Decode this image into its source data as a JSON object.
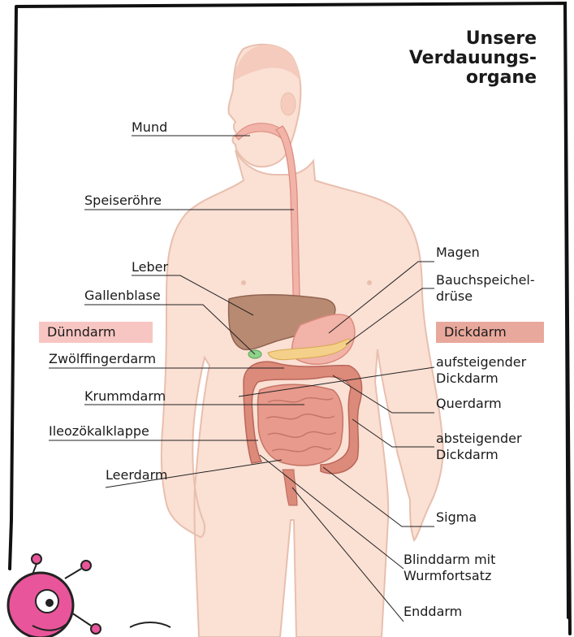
{
  "title": {
    "line1": "Unsere",
    "line2": "Verdauungs-",
    "line3": "organe"
  },
  "labels": {
    "mund": "Mund",
    "speiseroehre": "Speiseröhre",
    "leber": "Leber",
    "gallenblase": "Gallenblase",
    "duenndarm": "Dünndarm",
    "zwoelffingerdarm": "Zwölffingerdarm",
    "krummdarm": "Krummdarm",
    "ileozoekalklappe": "Ileozökalklappe",
    "leerdarm": "Leerdarm",
    "magen": "Magen",
    "bauchspeichel_1": "Bauchspeichel-",
    "bauchspeichel_2": "drüse",
    "dickdarm": "Dickdarm",
    "aufsteigender_1": "aufsteigender",
    "aufsteigender_2": "Dickdarm",
    "querdarm": "Querdarm",
    "absteigender_1": "absteigender",
    "absteigender_2": "Dickdarm",
    "sigma": "Sigma",
    "blinddarm_1": "Blinddarm mit",
    "blinddarm_2": "Wurmfortsatz",
    "enddarm": "Enddarm"
  },
  "colors": {
    "skin": "#fbe0d4",
    "skin_outline": "#e8bfae",
    "liver": "#b98a72",
    "stomach": "#f2b3a8",
    "intestine": "#e89a8c",
    "colon": "#dc8a7a",
    "pancreas": "#f5d08a",
    "gallbladder": "#8fd28a",
    "duenndarm_box": "#f8c6c2",
    "dickdarm_box": "#e9a89c",
    "monster": "#e8559a"
  },
  "icons": {
    "mascot": "pink-virus-monster-icon"
  }
}
